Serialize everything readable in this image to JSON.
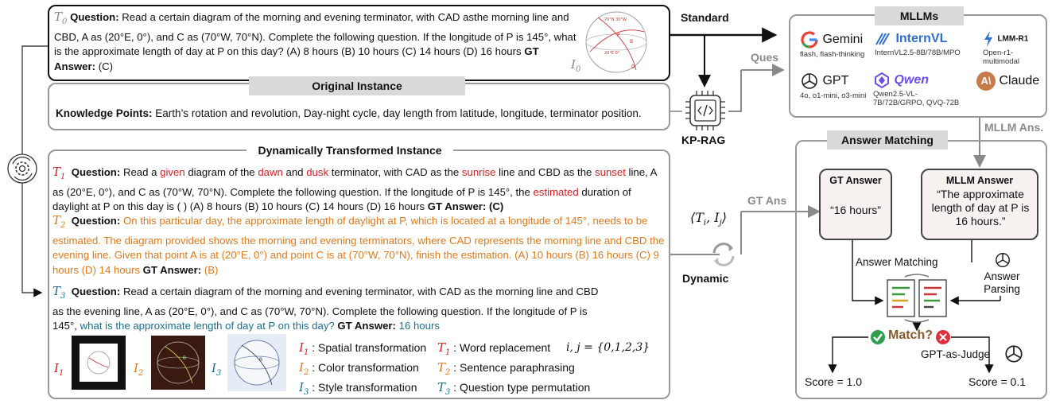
{
  "top": {
    "t0_label": "T",
    "t0_sub": "0",
    "i0_label": "I",
    "i0_sub": "0",
    "question_label": "Question:",
    "question_text": "Read a certain diagram of the morning and evening terminator, with CAD asthe morning line and CBD, A as (20°E, 0°), and C as (70°W, 70°N). Complete the following question. If the longitude of P is 145°, what is the approximate length of day at P on this day?  (A) 8 hours  (B) 10 hours  (C) 14 hours  (D) 16 hours",
    "gt_label": "GT Answer:",
    "gt_value": "(C)"
  },
  "original": {
    "title": "Original Instance",
    "kp_label": "Knowledge Points:",
    "kp_text": "Earth’s rotation and revolution, Day-night cycle, day length from latitude, longitude, terminator position."
  },
  "dynamic": {
    "title": "Dynamically Transformed Instance",
    "t1": {
      "label": "T",
      "sub": "1",
      "q_label": "Question:",
      "parts": [
        "Read a ",
        "given",
        " diagram of the ",
        "dawn",
        " and ",
        "dusk",
        " terminator, with CAD as the ",
        "sunrise",
        " line and CBD as the ",
        "sunset",
        " line, A as (20°E, 0°), and C as (70°W, 70°N). Complete the following question. If the longitude of P is 145°, the ",
        "estimated",
        " duration of daylight at P on this day is ( ) (A) 8 hours   (B) 10 hours   (C) 14 hours  (D) 16 hours "
      ],
      "gt_label": "GT Answer: (C)"
    },
    "t2": {
      "label": "T",
      "sub": "2",
      "q_label": "Question:",
      "text": "On this particular day, the approximate length of daylight at P, which is located at a longitude of 145°, needs to be estimated. The diagram provided shows the morning and evening terminators, where CAD represents the morning line and CBD the evening line. Given that point A is at (20°E, 0°) and point C is at (70°W, 70°N), finish the estimation. (A) 10 hours (B) 16 hours (C) 9 hours (D) 14 hours",
      "gt_label": "GT Answer:",
      "gt_value": "(B)"
    },
    "t3": {
      "label": "T",
      "sub": "3",
      "q_label": "Question:",
      "text": "Read a certain diagram of the morning and evening terminator, with CAD as the morning line and CBD as the evening line, A as (20°E, 0°), and C as (70°W, 70°N). Complete the following question. If the longitude of P is 145°,",
      "tail": "what is the approximate length of day at P on this day?",
      "gt_label": "GT Answer:",
      "gt_value": "16 hours"
    },
    "images": [
      {
        "label": "I",
        "sub": "1"
      },
      {
        "label": "I",
        "sub": "2"
      },
      {
        "label": "I",
        "sub": "3"
      }
    ],
    "legend": {
      "index_text": "i, j = {0,1,2,3}",
      "rows": [
        {
          "i": "1",
          "i_text": ": Spatial transformation",
          "t": "1",
          "t_text": ": Word replacement"
        },
        {
          "i": "2",
          "i_text": ": Color transformation",
          "t": "2",
          "t_text": ": Sentence paraphrasing"
        },
        {
          "i": "3",
          "i_text": ": Style transformation",
          "t": "3",
          "t_text": ": Question type permutation"
        }
      ]
    }
  },
  "middle": {
    "standard": "Standard",
    "kp_rag": "KP-RAG",
    "dynamic": "Dynamic",
    "tij": "⟨T",
    "tij_i": "i",
    "tij_sep": ", I",
    "tij_j": "j",
    "tij_end": "⟩",
    "ques": "Ques",
    "gt_ans": "GT Ans",
    "mllm_ans": "MLLM Ans."
  },
  "mllms": {
    "title": "MLLMs",
    "models": [
      {
        "name": "Gemini",
        "sub": "flash, flash-thinking",
        "icon": "gemini-icon",
        "color": "#4285f4"
      },
      {
        "name": "InternVL",
        "sub": "InternVL2.5-8B/78B/MPO",
        "icon": "internvl-icon",
        "color": "#2f6fd6"
      },
      {
        "name": "LMM-R1",
        "sub": "Open-r1-multimodal",
        "icon": "lightning-icon",
        "color": "#2f6fd6"
      },
      {
        "name": "GPT",
        "sub": "4o, o1-mini, o3-mini",
        "icon": "openai-icon",
        "color": "#222222"
      },
      {
        "name": "Qwen",
        "sub": "Qwen2.5-VL-7B/72B/GRPO, QVQ-72B",
        "icon": "qwen-icon",
        "color": "#6b4ee6"
      },
      {
        "name": "Claude",
        "sub": "",
        "icon": "claude-icon",
        "color": "#c77b4a"
      }
    ]
  },
  "matching": {
    "title": "Answer Matching",
    "gt_title": "GT Answer",
    "gt_value": "“16 hours”",
    "mllm_title": "MLLM Answer",
    "mllm_value": "“The approximate length of day at P is 16 hours.”",
    "answer_matching": "Answer Matching",
    "answer_parsing_1": "Answer",
    "answer_parsing_2": "Parsing",
    "match": "Match?",
    "judge": "GPT-as-Judge",
    "score_yes": "Score = 1.0",
    "score_no": "Score = 0.1"
  }
}
